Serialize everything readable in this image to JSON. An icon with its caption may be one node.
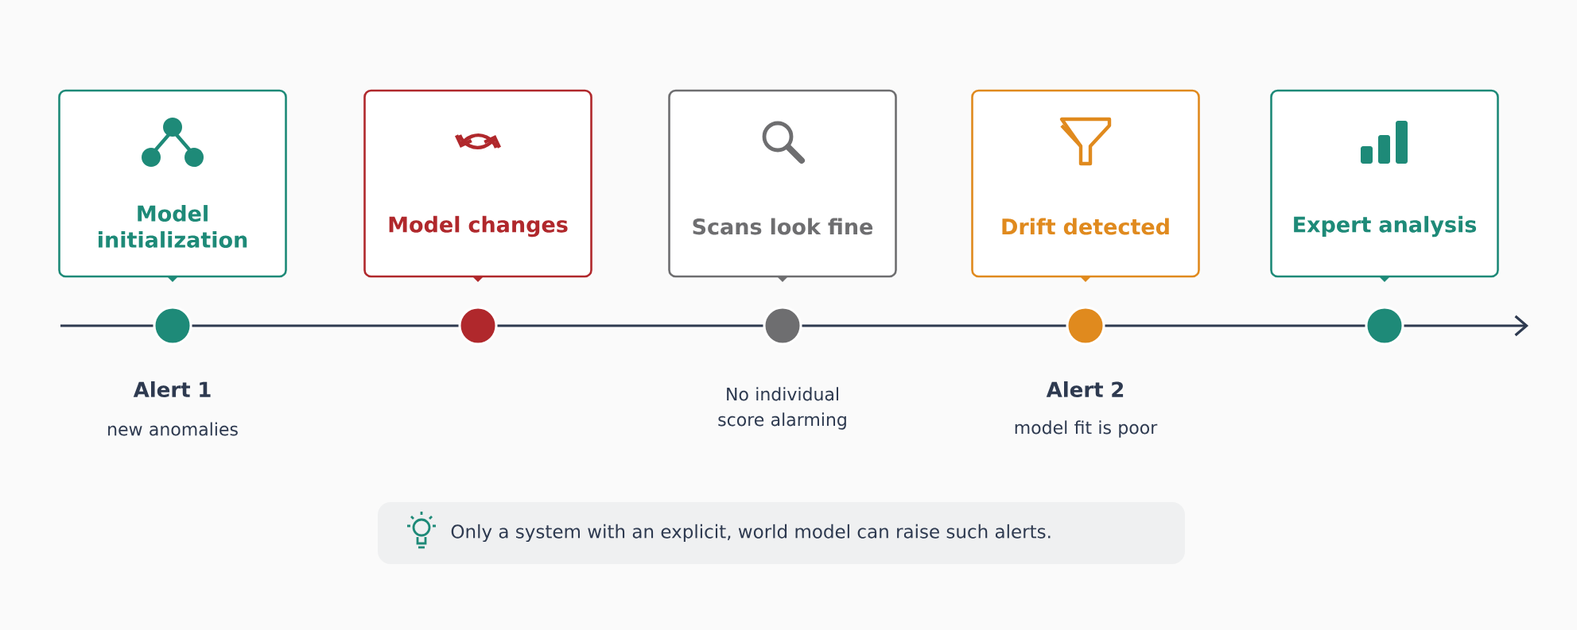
{
  "diagram": {
    "nodes": [
      {
        "text": [
          "Model initialization"
        ]
      },
      {
        "text": [
          "Model changes"
        ]
      },
      {
        "text": [
          "Scans look fine"
        ]
      },
      {
        "text": [
          "Drift detected"
        ]
      },
      {
        "text": [
          "Expert analysis"
        ]
      },
      {
        "text": [],
        "shape": "circle",
        "beside": [
          "Alert 1",
          "new anomalies"
        ]
      },
      {
        "text": [],
        "shape": "circle"
      },
      {
        "text": [],
        "shape": "circle",
        "beside": [
          "No individual score alarming"
        ]
      },
      {
        "text": [],
        "shape": "circle",
        "beside": [
          "Alert 2",
          "model fit is poor"
        ]
      },
      {
        "text": [],
        "shape": "circle"
      }
    ],
    "edges": [
      {
        "from": null,
        "to": 5,
        "arrow": "none"
      },
      {
        "from": 5,
        "to": 6,
        "arrow": "none"
      },
      {
        "from": 6,
        "to": 7,
        "arrow": "none"
      },
      {
        "from": 7,
        "to": 8,
        "arrow": "none"
      },
      {
        "from": 8,
        "to": 9,
        "arrow": "none"
      },
      {
        "from": 9,
        "to": null,
        "arrow": "to"
      }
    ],
    "labels": [
      "Only a system with an explicit, world model can raise such alerts."
    ]
  }
}
